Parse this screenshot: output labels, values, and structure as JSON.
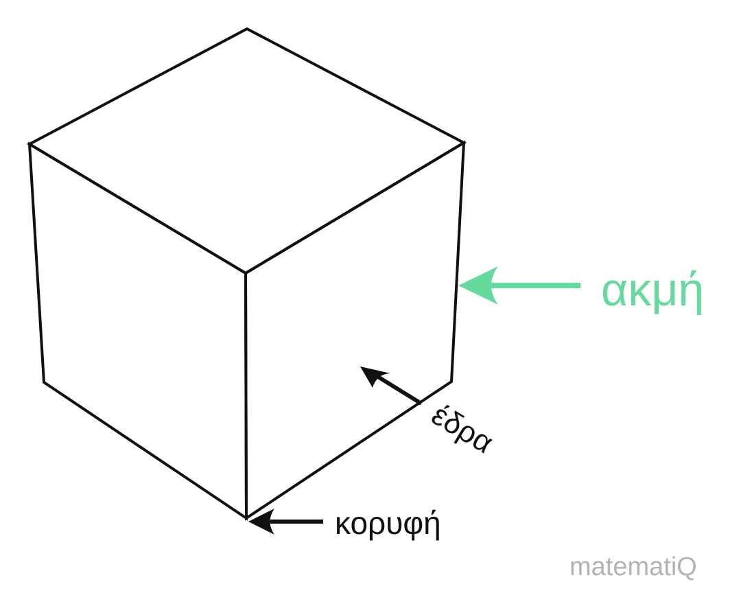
{
  "labels": {
    "edge": "ακμή",
    "face": "έδρα",
    "vertex": "κορυφή"
  },
  "watermark": "matematiQ",
  "colors": {
    "edge_label": "#66d99f",
    "line": "#111111",
    "watermark": "#b3b3b3"
  }
}
